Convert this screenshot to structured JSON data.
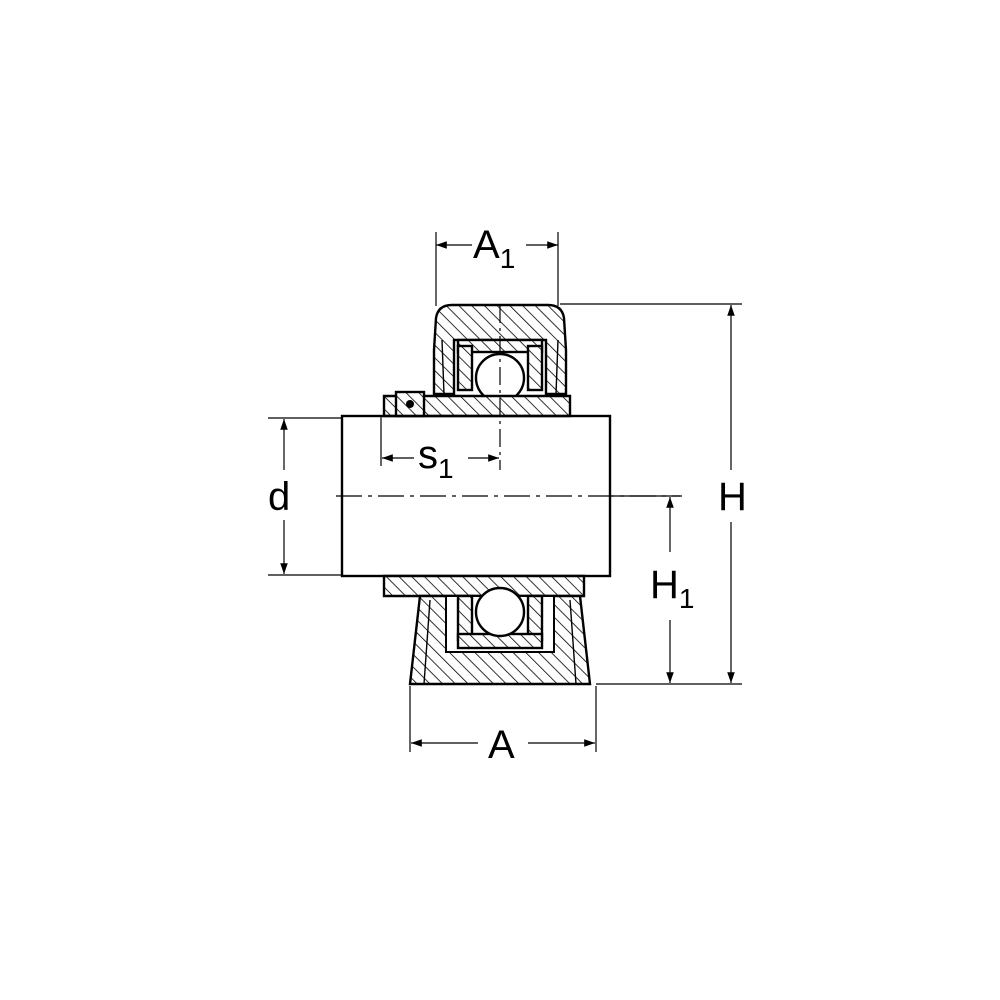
{
  "labels": {
    "A1": {
      "main": "A",
      "sub": "1"
    },
    "S1": {
      "main": "s",
      "sub": "1"
    },
    "d": {
      "main": "d"
    },
    "H": {
      "main": "H"
    },
    "H1": {
      "main": "H",
      "sub": "1"
    },
    "A": {
      "main": "A"
    }
  }
}
